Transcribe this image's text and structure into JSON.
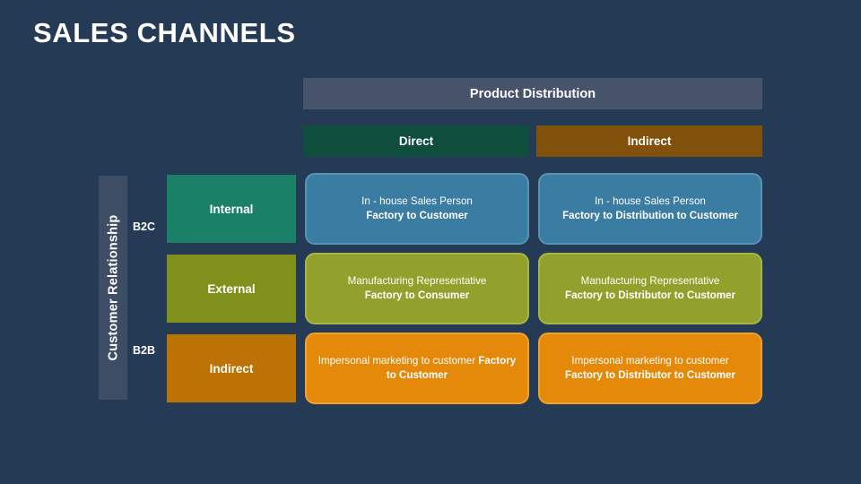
{
  "slide": {
    "title": "SALES CHANNELS",
    "background_color": "#253a54"
  },
  "columns": {
    "group_header": "Product Distribution",
    "group_header_color": "#46536b",
    "items": [
      {
        "label": "Direct",
        "color": "#0f4d3d"
      },
      {
        "label": "Indirect",
        "color": "#81500a"
      }
    ]
  },
  "rows": {
    "axis_label": "Customer Relationship",
    "axis_color": "#3d4d63",
    "segments": [
      {
        "label": "B2C"
      },
      {
        "label": "B2B"
      }
    ],
    "items": [
      {
        "label": "Internal",
        "color": "#1a8067"
      },
      {
        "label": "External",
        "color": "#7f911a"
      },
      {
        "label": "Indirect",
        "color": "#bd7204"
      }
    ]
  },
  "matrix": {
    "cells": [
      {
        "row": "Internal",
        "column": "Direct",
        "color": "#3b7ca3",
        "line1": "In - house Sales Person",
        "line2": "Factory to Customer"
      },
      {
        "row": "Internal",
        "column": "Indirect",
        "color": "#3b7ca3",
        "line1": "In - house Sales Person",
        "line2": "Factory to Distribution to Customer"
      },
      {
        "row": "External",
        "column": "Direct",
        "color": "#92a12c",
        "line1": "Manufacturing Representative",
        "line2": "Factory to Consumer"
      },
      {
        "row": "External",
        "column": "Indirect",
        "color": "#92a12c",
        "line1": "Manufacturing Representative",
        "line2": "Factory to Distributor to Customer"
      },
      {
        "row": "Indirect",
        "column": "Direct",
        "color": "#e5890a",
        "line1": "Impersonal marketing to customer ",
        "line2": "Factory to Customer"
      },
      {
        "row": "Indirect",
        "column": "Indirect",
        "color": "#e5890a",
        "line1": "Impersonal  marketing to customer",
        "line2": "Factory to Distributor to Customer"
      }
    ]
  }
}
